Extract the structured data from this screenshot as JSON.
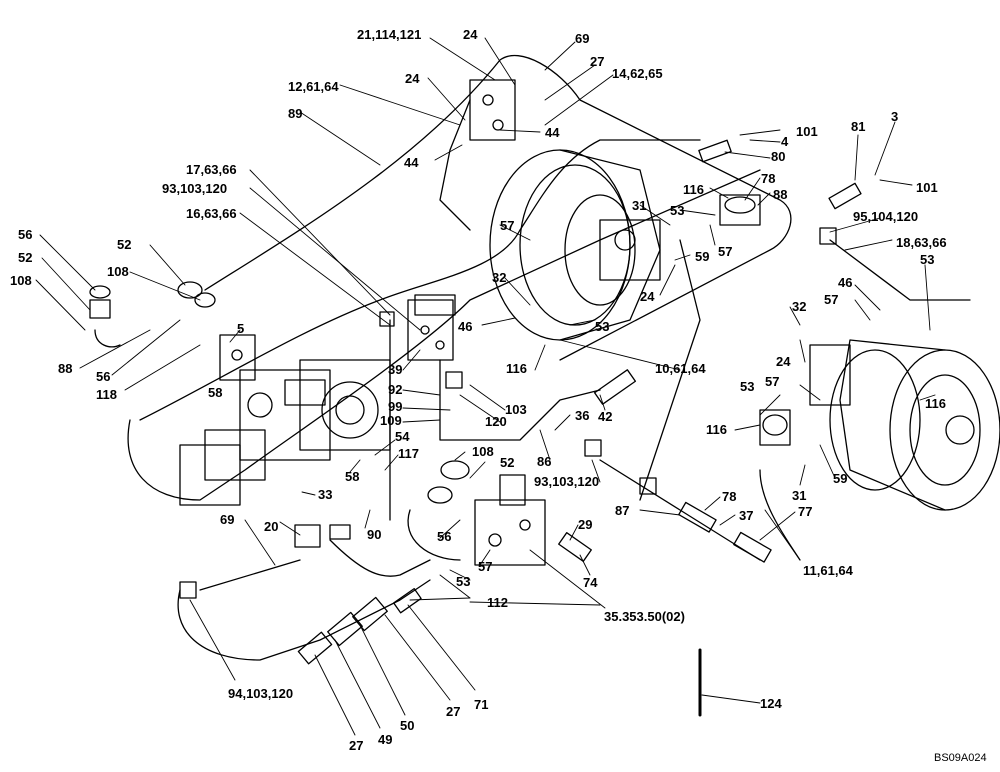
{
  "diagram": {
    "drawing_id": "BS09A024",
    "callouts": [
      "21,114,121",
      "24",
      "69",
      "27",
      "14,62,65",
      "12,61,64",
      "24",
      "89",
      "44",
      "44",
      "101",
      "4",
      "80",
      "81",
      "3",
      "101",
      "78",
      "88",
      "116",
      "31",
      "53",
      "57",
      "59",
      "95,104,120",
      "18,63,66",
      "17,63,66",
      "93,103,120",
      "16,63,66",
      "57",
      "56",
      "52",
      "108",
      "52",
      "108",
      "88",
      "56",
      "118",
      "5",
      "58",
      "32",
      "46",
      "116",
      "53",
      "24",
      "10,61,64",
      "39",
      "92",
      "99",
      "109",
      "103",
      "120",
      "42",
      "36",
      "86",
      "54",
      "117",
      "58",
      "33",
      "108",
      "52",
      "93,103,120",
      "87",
      "78",
      "37",
      "77",
      "11,61,64",
      "116",
      "31",
      "59",
      "57",
      "53",
      "24",
      "32",
      "57",
      "46",
      "53",
      "116",
      "20",
      "90",
      "56",
      "53",
      "57",
      "29",
      "74",
      "112",
      "35.353.50(02)",
      "69",
      "94,103,120",
      "27",
      "49",
      "50",
      "27",
      "71",
      "124"
    ]
  }
}
